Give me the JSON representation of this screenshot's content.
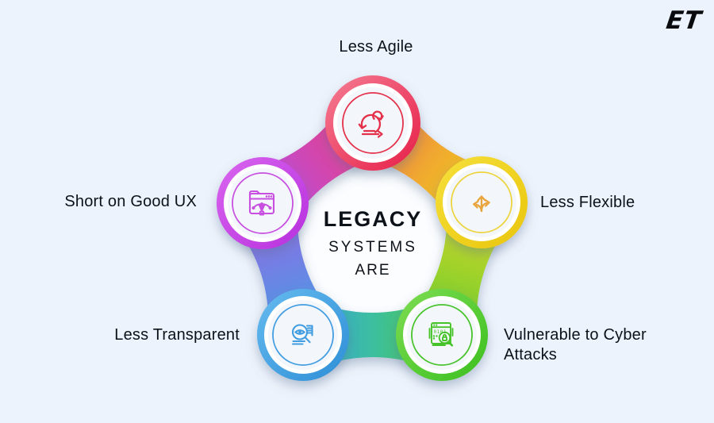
{
  "background_color": "#edf3fc",
  "logo": {
    "text": "ET"
  },
  "center": {
    "title": "LEGACY",
    "subtitle1": "SYSTEMS",
    "subtitle2": "ARE"
  },
  "nodes": {
    "agile": {
      "label": "Less Agile",
      "icon": "agile-sprint-icon",
      "color": "#e5304a",
      "ring_from": "#f57d93",
      "ring_to": "#e61e47"
    },
    "ux": {
      "label": "Short on Good UX",
      "icon": "ux-design-icon",
      "color": "#c84fe0",
      "ring_from": "#da66ef",
      "ring_to": "#b62fdd"
    },
    "flexible": {
      "label": "Less Flexible",
      "icon": "three-way-arrows-icon",
      "color": "#e9a43c",
      "ring_from": "#f6e03c",
      "ring_to": "#e9c50a"
    },
    "transparent": {
      "label": "Less Transparent",
      "icon": "magnifier-eye-icon",
      "color": "#429de0",
      "ring_from": "#66bbef",
      "ring_to": "#2e8ed6"
    },
    "cyber": {
      "label": "Vulnerable to Cyber Attacks",
      "icon": "secure-scan-icon",
      "color": "#47c32a",
      "ring_from": "#7edd52",
      "ring_to": "#3bbf1f"
    }
  },
  "tubes": {
    "agile_ux": {
      "from": "#ee3d78",
      "to": "#b44fe8"
    },
    "agile_flexible": {
      "from": "#f0724a",
      "mid": "#f0a830",
      "to": "#eecf1a"
    },
    "flexible_cyber": {
      "from": "#dcd92a",
      "to": "#66cb2e"
    },
    "cyber_transparent": {
      "from": "#50c846",
      "mid": "#3cbfa0",
      "to": "#38a0dc"
    },
    "transparent_ux": {
      "from": "#44a0e4",
      "to": "#9a64e4"
    }
  }
}
